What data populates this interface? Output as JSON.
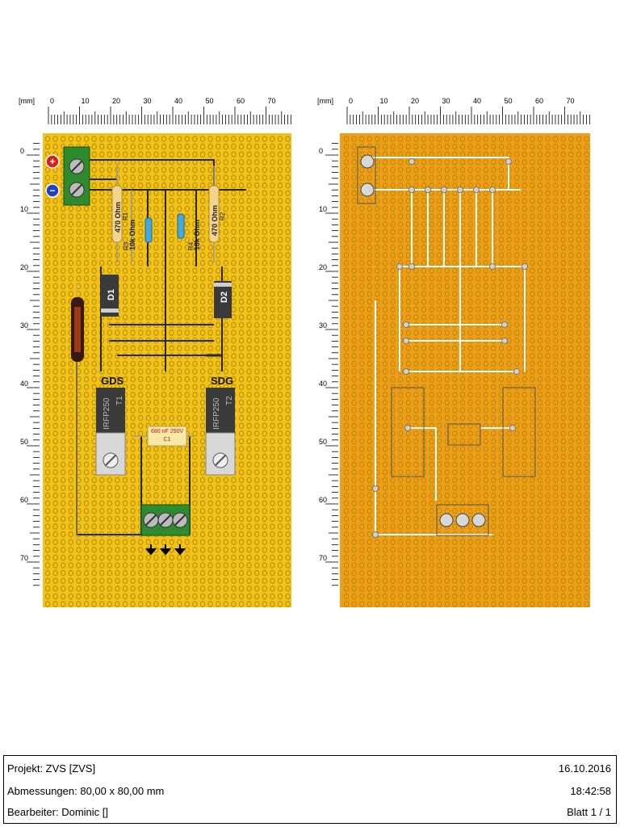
{
  "ruler": {
    "unit_label": "[mm]",
    "x_ticks": [
      "0",
      "10",
      "20",
      "30",
      "40",
      "50",
      "60",
      "70"
    ],
    "y_ticks": [
      "0",
      "10",
      "20",
      "30",
      "40",
      "50",
      "60",
      "70"
    ]
  },
  "components": {
    "r1": {
      "value": "470 Ohm",
      "ref": "R1"
    },
    "r2": {
      "value": "470 Ohm",
      "ref": "R2"
    },
    "r3": {
      "value": "10k Ohm",
      "ref": "R3"
    },
    "r4": {
      "value": "10k Ohm",
      "ref": "R4"
    },
    "d1": {
      "ref": "D1"
    },
    "d2": {
      "ref": "D2"
    },
    "t1": {
      "ref": "T1",
      "part": "IRFP250",
      "pins": "GDS"
    },
    "t2": {
      "ref": "T2",
      "part": "IRFP250",
      "pins": "SDG"
    },
    "c1": {
      "value": "680 nF 250V",
      "ref": "C1"
    }
  },
  "terminal": {
    "plus": "+",
    "minus": "−"
  },
  "footer": {
    "project": "Projekt: ZVS [ZVS]",
    "dimensions": "Abmessungen: 80,00 x 80,00 mm",
    "editor": "Bearbeiter: Dominic []",
    "date": "16.10.2016",
    "time": "18:42:58",
    "sheet": "Blatt 1 / 1"
  },
  "colors": {
    "board": "#f0c21a",
    "board_bottom": "#ef9e1c",
    "hole": "#b88a00",
    "wire": "#2a2a2a",
    "wire_bottom": "#ffffff",
    "terminal": "#2d8a2d"
  }
}
